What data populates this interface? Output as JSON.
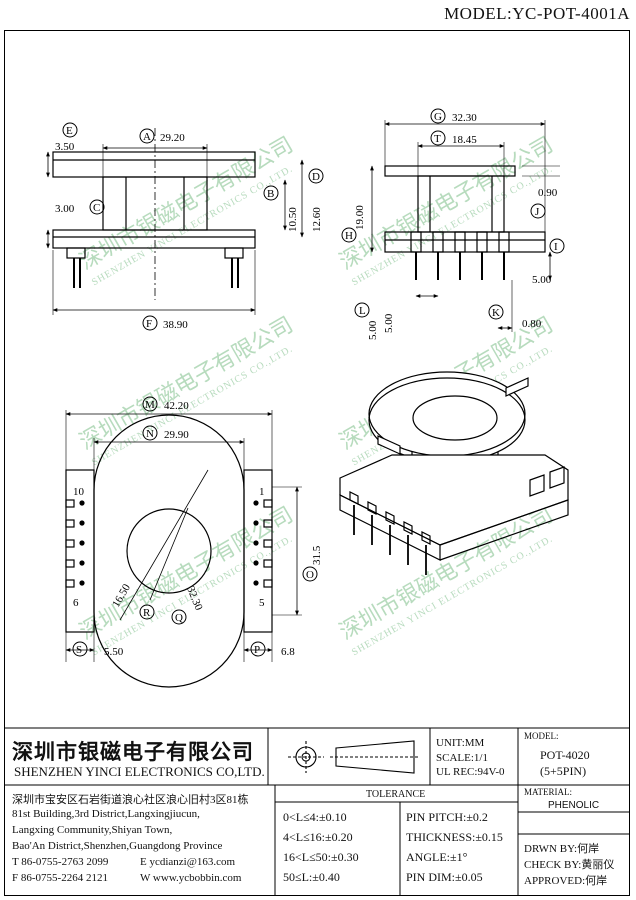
{
  "model_label": "MODEL:YC-POT-4001A",
  "top_left_view": {
    "dims": {
      "E": "3.50",
      "A": "29.20",
      "C": "3.00",
      "B": "10.50",
      "D": "12.60",
      "F": "38.90"
    }
  },
  "top_right_view": {
    "dims": {
      "G": "32.30",
      "T": "18.45",
      "height": "19.00",
      "spacing": "0.90",
      "J": "",
      "I": "",
      "I_val": "5.00",
      "L": "5.00",
      "L_side": "5.00",
      "K": "0.80"
    }
  },
  "bottom_left_view": {
    "dims": {
      "M": "42.20",
      "N": "29.90",
      "O": "31.5",
      "R": "16.50",
      "Q": "32.30",
      "S": "5.50",
      "P": "6.8"
    },
    "pin_numbers_left": [
      "10",
      "6"
    ],
    "pin_numbers_right": [
      "1",
      "5"
    ]
  },
  "circle_labels": {
    "A": "A",
    "B": "B",
    "C": "C",
    "D": "D",
    "E": "E",
    "F": "F",
    "G": "G",
    "H": "H",
    "I": "I",
    "J": "J",
    "K": "K",
    "L": "L",
    "M": "M",
    "N": "N",
    "O": "O",
    "P": "P",
    "Q": "Q",
    "R": "R",
    "S": "S",
    "T": "T"
  },
  "watermark": {
    "cn": "深圳市银磁电子有限公司",
    "en": "SHENZHEN YINCI ELECTRONICS CO.,LTD."
  },
  "title_block": {
    "company_cn": "深圳市银磁电子有限公司",
    "company_en": "SHENZHEN YINCI ELECTRONICS CO,LTD.",
    "address_cn": "深圳市宝安区石岩街道浪心社区浪心旧村3区81栋",
    "address_en": [
      "81st Building,3rd District,Langxingjiucun,",
      "Langxing Community,Shiyan Town,",
      "Bao'An District,Shenzhen,Guangdong Province"
    ],
    "tel": "T 86-0755-2763 2099",
    "email": "E ycdianzi@163.com",
    "fax": "F 86-0755-2264 2121",
    "web": "W www.ycbobbin.com",
    "unit": "UNIT:MM",
    "scale": "SCALE:1/1",
    "ul": "UL REC:94V-0",
    "model_title": "MODEL:",
    "model_value": "POT-4020",
    "model_pins": "(5+5PIN)",
    "tolerance_title": "TOLERANCE",
    "tol_left": [
      "0<L≤4:±0.10",
      "4<L≤16:±0.20",
      "16<L≤50:±0.30",
      "50≤L:±0.40"
    ],
    "tol_right": [
      "PIN PITCH:±0.2",
      "THICKNESS:±0.15",
      "ANGLE:±1°",
      "PIN DIM:±0.05"
    ],
    "material_title": "MATERIAL:",
    "material_value": "PHENOLIC",
    "drawn_by": "DRWN BY:何岸",
    "check_by": "CHECK BY:黄丽仪",
    "approved": "APPROVED:何岸"
  }
}
